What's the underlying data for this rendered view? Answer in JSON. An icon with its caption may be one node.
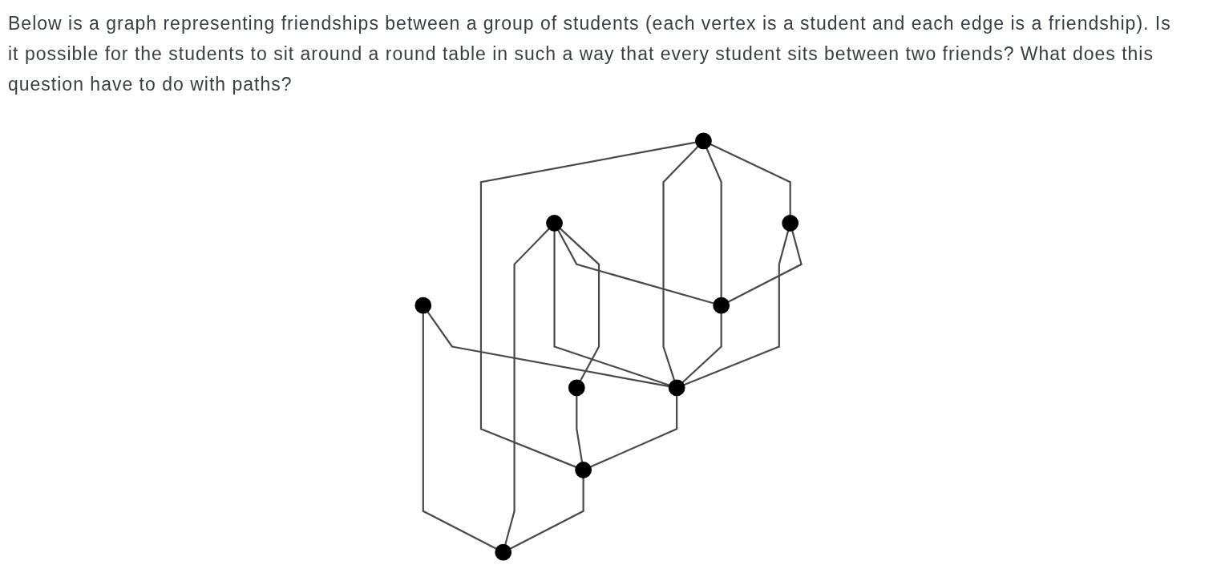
{
  "diagram": {
    "title": "Below is a graph representing friendships between a group of students (each vertex is a student and each edge is a friendship). Is it possible for the students to sit around a round table in such a way that every student sits between two friends? What does this question have to do with paths?",
    "nodes": [
      {
        "text": [],
        "shape": "circle"
      },
      {
        "text": [],
        "shape": "circle"
      },
      {
        "text": [],
        "shape": "circle"
      },
      {
        "text": [],
        "shape": "circle"
      },
      {
        "text": [],
        "shape": "circle"
      },
      {
        "text": [],
        "shape": "circle"
      },
      {
        "text": [],
        "shape": "circle"
      },
      {
        "text": [],
        "shape": "circle"
      },
      {
        "text": [],
        "shape": "circle"
      }
    ],
    "edges": [
      {
        "from": 0,
        "to": 2,
        "arrow": "none"
      },
      {
        "from": 0,
        "to": 5,
        "arrow": "none"
      },
      {
        "from": 0,
        "to": 6,
        "arrow": "none"
      },
      {
        "from": 0,
        "to": 7,
        "arrow": "none"
      },
      {
        "from": 1,
        "to": 6,
        "arrow": "none"
      },
      {
        "from": 1,
        "to": 8,
        "arrow": "none"
      },
      {
        "from": 2,
        "to": 5,
        "arrow": "none"
      },
      {
        "from": 2,
        "to": 6,
        "arrow": "none"
      },
      {
        "from": 3,
        "to": 4,
        "arrow": "none"
      },
      {
        "from": 3,
        "to": 5,
        "arrow": "none"
      },
      {
        "from": 3,
        "to": 6,
        "arrow": "none"
      },
      {
        "from": 3,
        "to": 8,
        "arrow": "none"
      },
      {
        "from": 4,
        "to": 7,
        "arrow": "none"
      },
      {
        "from": 5,
        "to": 6,
        "arrow": "none"
      },
      {
        "from": 6,
        "to": 7,
        "arrow": "none"
      },
      {
        "from": 7,
        "to": 8,
        "arrow": "none"
      }
    ]
  }
}
